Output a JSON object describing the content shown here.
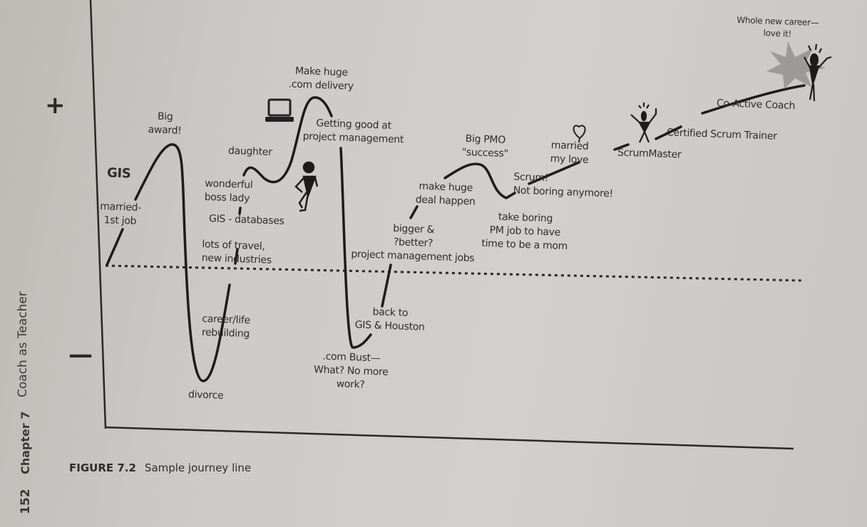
{
  "page": {
    "number": "152",
    "chapter": "Chapter 7",
    "chapter_title": "Coach as Teacher",
    "figure_label": "FIGURE 7.2",
    "figure_caption": "Sample journey line"
  },
  "axis": {
    "plus": "+",
    "minus": "—"
  },
  "labels": {
    "married_first_job": [
      "married-",
      "1st job"
    ],
    "gis1": "GIS",
    "big_award": [
      "Big",
      "award!"
    ],
    "divorce": "divorce",
    "career_life": [
      "career/life",
      "rebuilding"
    ],
    "travel": [
      "lots of travel,",
      "new industries"
    ],
    "gis_databases": "GIS - databases",
    "boss_lady": [
      "wonderful",
      "boss lady"
    ],
    "daughter": "daughter",
    "make_huge_delivery": [
      "Make huge",
      ".com delivery"
    ],
    "getting_good": [
      "Getting good at",
      "project management"
    ],
    "com_bust": [
      ".com Bust—",
      "What? No more",
      "work?"
    ],
    "back_to_gis": [
      "back to",
      "GIS & Houston"
    ],
    "bigger_better": [
      "bigger &",
      "?better?",
      "project management jobs"
    ],
    "make_huge_deal": [
      "make huge",
      "deal happen"
    ],
    "big_pmo": [
      "Big PMO",
      "\"success\""
    ],
    "take_boring": [
      "take boring",
      "PM job to have",
      "time to be a mom"
    ],
    "scrum": [
      "Scrum!",
      "Not boring anymore!"
    ],
    "married_love": [
      "married",
      "my love"
    ],
    "scrummaster": "ScrumMaster",
    "cst": "Certified Scrum Trainer",
    "coactive": "Co-Active Coach",
    "whole_new": [
      "Whole new career—",
      "love it!"
    ]
  }
}
